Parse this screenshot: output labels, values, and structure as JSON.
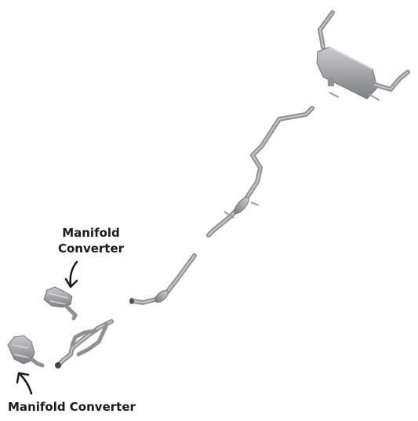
{
  "labels": {
    "top_line1": "Manifold",
    "top_line2": "Converter",
    "bottom": "Manifold Converter"
  },
  "colors": {
    "pipe": "#a3a5a8",
    "pipe_dark": "#7c7f83",
    "arrow": "#1a1a1a",
    "text": "#1a1a1a"
  }
}
